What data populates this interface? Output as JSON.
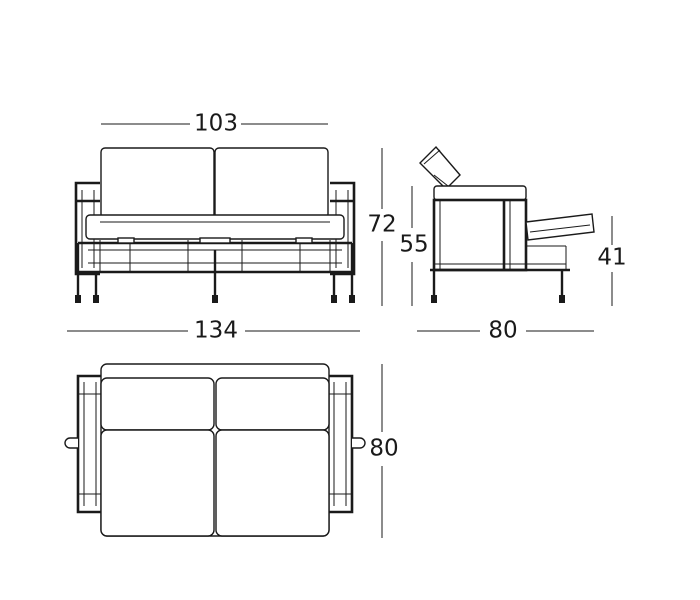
{
  "front_view": {
    "seat_width": "103",
    "overall_width": "134",
    "overall_height": "72"
  },
  "side_view": {
    "seat_height": "55",
    "footrest_height": "41",
    "depth": "80"
  },
  "top_view": {
    "depth": "80"
  }
}
